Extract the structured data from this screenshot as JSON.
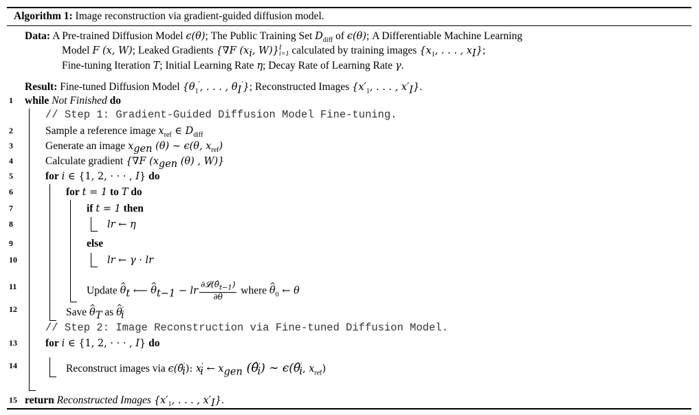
{
  "title": {
    "label": "Algorithm 1:",
    "text": "Image reconstruction via gradient-guided diffusion model."
  },
  "data": {
    "label": "Data:",
    "l1": [
      "A Pre-trained Diffusion Model ",
      "ϵ(θ)",
      "; The Public Training Set ",
      "D",
      "diff",
      " of ",
      "ϵ(θ)",
      "; A Differentiable Machine Learning"
    ],
    "l2": [
      "Model ",
      "F (x, W)",
      "; Leaked Gradients ",
      "{∇F (x",
      "i",
      ", W)}",
      "I",
      "i=1",
      " calculated by training images ",
      "{x",
      "1",
      ", . . . , x",
      "I",
      "}",
      ";"
    ],
    "l3": [
      "Fine-tuning Iteration ",
      "T",
      "; Initial Learning Rate ",
      "η",
      "; Decay Rate of Learning Rate ",
      "γ",
      "."
    ]
  },
  "result": {
    "label": "Result:",
    "parts": [
      "Fine-tuned Diffusion Model ",
      "{θ",
      "1",
      "′",
      ", . . . , θ",
      "I",
      "′",
      "}",
      "; Reconstructed Images ",
      "{x′",
      "1",
      ", . . . , x′",
      "I",
      "}",
      "."
    ]
  },
  "lines": {
    "n1": "1",
    "n2": "2",
    "n3": "3",
    "n4": "4",
    "n5": "5",
    "n6": "6",
    "n7": "7",
    "n8": "8",
    "n9": "9",
    "n10": "10",
    "n11": "11",
    "n12": "12",
    "n13": "13",
    "n14": "14",
    "n15": "15",
    "kw_while": "while",
    "cond_while": "Not Finished",
    "kw_do": "do",
    "comment1": "// Step 1: Gradient-Guided Diffusion Model Fine-tuning.",
    "l2": [
      "Sample a reference image ",
      "x",
      "ref",
      " ∈ ",
      "D",
      "diff"
    ],
    "l3": [
      "Generate an image ",
      "x",
      "gen",
      " (θ) ∼ ϵ(θ, ",
      "x",
      "ref",
      ")"
    ],
    "l4": [
      "Calculate gradient ",
      "{∇F (x",
      "gen",
      " (θ) , W)}"
    ],
    "kw_for": "for",
    "l5": [
      "i",
      " ∈ {1, 2, · · · , ",
      "I",
      "}"
    ],
    "l6_a": "t = 1",
    "kw_to": "to",
    "l6_b": "T",
    "kw_if": "if",
    "l7": "t = 1",
    "kw_then": "then",
    "l8": [
      "lr",
      " ← ",
      "η"
    ],
    "kw_else": "else",
    "l10": [
      "lr",
      " ← ",
      "γ",
      " · ",
      "lr"
    ],
    "l11": [
      "Update ",
      "θ",
      "t",
      " ⟵ ",
      "θ",
      "t−1",
      " − ",
      "lr",
      "∂𝓛(θ̂",
      "t−1",
      ")",
      "∂θ",
      " where ",
      "θ",
      "0",
      " ← ",
      "θ"
    ],
    "l12": [
      "Save ",
      "θ",
      "T",
      " as ",
      "θ",
      "′",
      "i"
    ],
    "comment2": "// Step 2: Image Reconstruction via Fine-tuned Diffusion Model.",
    "l13": [
      "i",
      " ∈ {1, 2, · · · , ",
      "I",
      "}"
    ],
    "l14": [
      "Reconstruct images via ",
      "ϵ(θ̂",
      "′",
      "i",
      "): ",
      "x",
      "′",
      "i",
      " ← ",
      "x",
      "gen",
      " (θ̂",
      "′",
      "i",
      ") ∼ ϵ(θ̂",
      "′",
      "i",
      ", ",
      "x",
      "ref",
      ")"
    ],
    "kw_return": "return",
    "l15": [
      "Reconstructed Images ",
      "{x′",
      "1",
      ", . . . , x′",
      "I",
      "}",
      "."
    ]
  }
}
